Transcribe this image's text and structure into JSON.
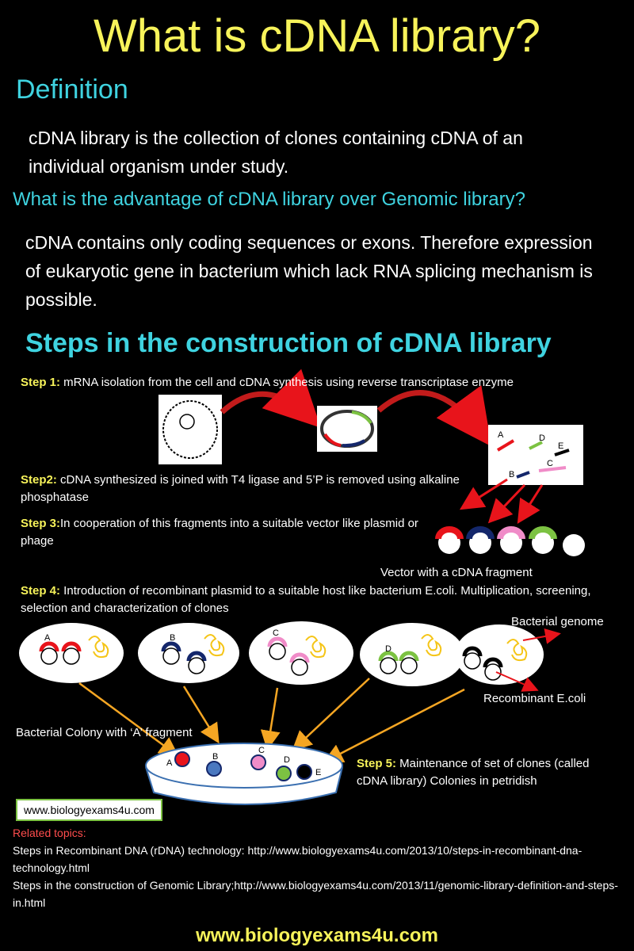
{
  "title": "What is cDNA library?",
  "definition": {
    "heading": "Definition",
    "text": "cDNA library is the collection of clones containing cDNA of an individual organism under study."
  },
  "advantage": {
    "heading": "What is the advantage of cDNA library over Genomic library?",
    "text": "cDNA contains only coding sequences or exons. Therefore expression of eukaryotic gene in bacterium which lack RNA splicing mechanism is possible."
  },
  "steps_heading": "Steps in the construction of cDNA library",
  "steps": {
    "s1_label": "Step 1:",
    "s1_text": " mRNA isolation from the cell and cDNA synthesis using reverse transcriptase enzyme",
    "s2_label": "Step2:",
    "s2_text": " cDNA synthesized is joined with T4 ligase and 5’P is removed using alkaline phosphatase",
    "s3_label": "Step 3:",
    "s3_text": "In cooperation of this fragments into a suitable vector like plasmid or phage",
    "s4_label": "Step 4:",
    "s4_text": " Introduction of recombinant plasmid to a suitable host like bacterium E.coli. Multiplication, screening, selection and characterization of clones",
    "s5_label": "Step 5:",
    "s5_text": " Maintenance of set of clones (called cDNA library) Colonies in petridish"
  },
  "labels": {
    "vector": "Vector with a cDNA fragment",
    "bacterial_genome": "Bacterial genome",
    "recombinant": "Recombinant E.coli",
    "colony_a": "Bacterial Colony with ‘A’ fragment",
    "frag_letters": [
      "A",
      "D",
      "E",
      "B",
      "C"
    ],
    "cell_letters": [
      "A",
      "B",
      "C",
      "D"
    ],
    "dish_letters": [
      "A",
      "B",
      "C",
      "D",
      "E"
    ]
  },
  "url_box": "www.biologyexams4u.com",
  "related": {
    "heading": "Related topics:",
    "l1": "Steps in Recombinant DNA (rDNA) technology: http://www.biologyexams4u.com/2013/10/steps-in-recombinant-dna-technology.html",
    "l2": "Steps in the construction of Genomic Library;http://www.biologyexams4u.com/2013/11/genomic-library-definition-and-steps-in.html"
  },
  "footer": "www.biologyexams4u.com",
  "colors": {
    "yellow": "#f7f35a",
    "cyan": "#3fd3e0",
    "red": "#e8141b",
    "navy": "#14276b",
    "pink": "#f08cc8",
    "green": "#7cc242"
  }
}
